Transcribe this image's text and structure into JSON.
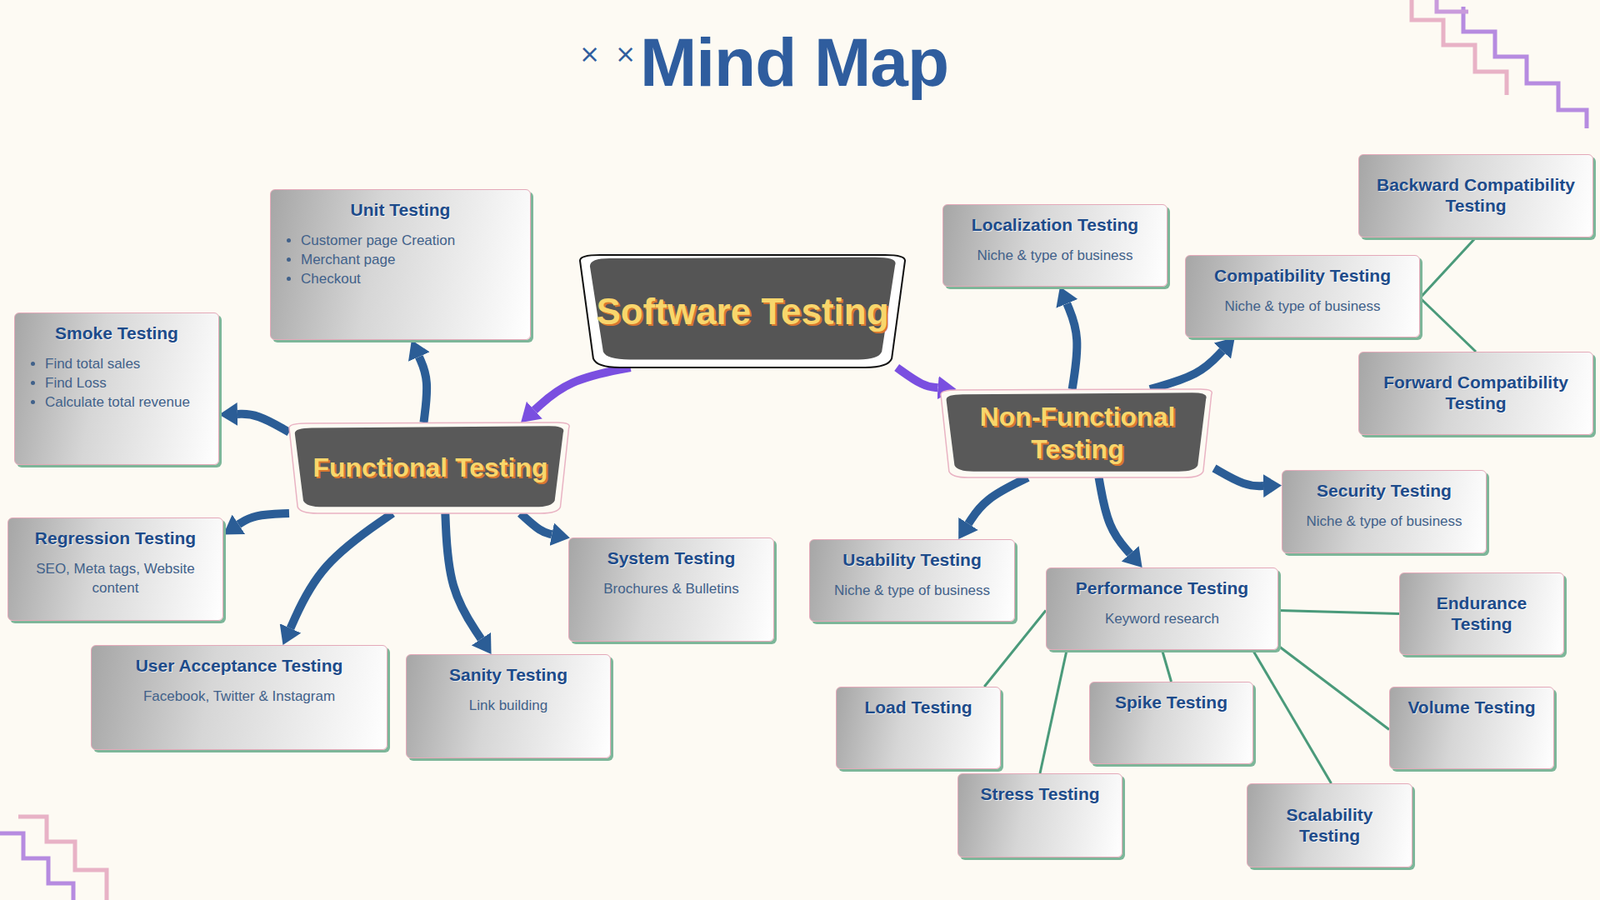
{
  "diagram": {
    "title": "Mind Map",
    "nodes": [
      {
        "text": [
          "Software Testing"
        ]
      },
      {
        "text": [
          "Functional Testing"
        ]
      },
      {
        "text": [
          "Non-Functional Testing"
        ]
      },
      {
        "text": [
          "Unit Testing",
          "Customer page Creation",
          "Merchant page",
          "Checkout"
        ]
      },
      {
        "text": [
          "Smoke Testing",
          "Find total sales",
          "Find Loss",
          "Calculate total revenue"
        ]
      },
      {
        "text": [
          "Regression Testing",
          "SEO, Meta tags, Website content"
        ]
      },
      {
        "text": [
          "User Acceptance Testing",
          "Facebook, Twitter & Instagram"
        ]
      },
      {
        "text": [
          "Sanity Testing",
          "Link building"
        ]
      },
      {
        "text": [
          "System Testing",
          "Brochures & Bulletins"
        ]
      },
      {
        "text": [
          "Localization Testing",
          "Niche & type of business"
        ]
      },
      {
        "text": [
          "Compatibility Testing",
          "Niche & type of business"
        ]
      },
      {
        "text": [
          "Backward Compatibility Testing"
        ]
      },
      {
        "text": [
          "Forward Compatibility Testing"
        ]
      },
      {
        "text": [
          "Security Testing",
          "Niche & type of business"
        ]
      },
      {
        "text": [
          "Usability Testing",
          "Niche & type of business"
        ]
      },
      {
        "text": [
          "Performance Testing",
          "Keyword research"
        ]
      },
      {
        "text": [
          "Endurance Testing"
        ]
      },
      {
        "text": [
          "Volume Testing"
        ]
      },
      {
        "text": [
          "Load Testing"
        ]
      },
      {
        "text": [
          "Spike Testing"
        ]
      },
      {
        "text": [
          "Stress Testing"
        ]
      },
      {
        "text": [
          "Scalability Testing"
        ]
      }
    ],
    "edges": [
      {
        "from": 0,
        "to": 1,
        "arrow": "to"
      },
      {
        "from": 0,
        "to": 2,
        "arrow": "to"
      },
      {
        "from": 1,
        "to": 3,
        "arrow": "to"
      },
      {
        "from": 1,
        "to": 4,
        "arrow": "to"
      },
      {
        "from": 1,
        "to": 5,
        "arrow": "to"
      },
      {
        "from": 1,
        "to": 6,
        "arrow": "to"
      },
      {
        "from": 1,
        "to": 7,
        "arrow": "to"
      },
      {
        "from": 1,
        "to": 8,
        "arrow": "to"
      },
      {
        "from": 2,
        "to": 9,
        "arrow": "to"
      },
      {
        "from": 2,
        "to": 10,
        "arrow": "to"
      },
      {
        "from": 2,
        "to": 13,
        "arrow": "to"
      },
      {
        "from": 2,
        "to": 14,
        "arrow": "to"
      },
      {
        "from": 2,
        "to": 15,
        "arrow": "to"
      },
      {
        "from": 10,
        "to": 11,
        "arrow": "none"
      },
      {
        "from": 10,
        "to": 12,
        "arrow": "none"
      },
      {
        "from": 15,
        "to": 16,
        "arrow": "none"
      },
      {
        "from": 15,
        "to": 17,
        "arrow": "none"
      },
      {
        "from": 15,
        "to": 18,
        "arrow": "none"
      },
      {
        "from": 15,
        "to": 19,
        "arrow": "none"
      },
      {
        "from": 15,
        "to": 20,
        "arrow": "none"
      },
      {
        "from": 15,
        "to": 21,
        "arrow": "none"
      }
    ],
    "labels": [
      "×",
      "×"
    ]
  }
}
